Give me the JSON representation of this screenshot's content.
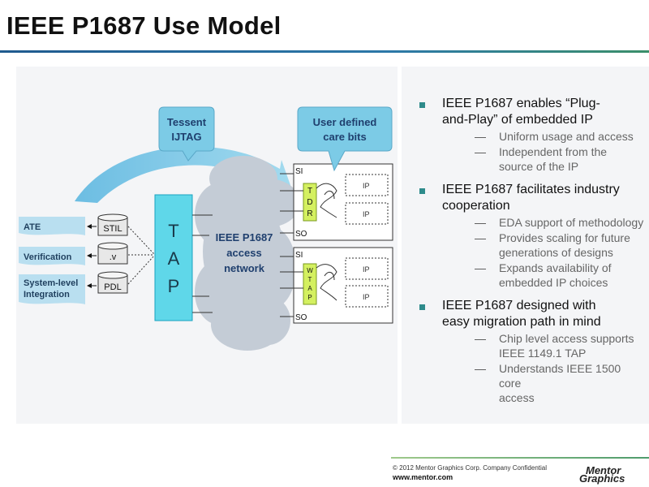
{
  "title": "IEEE P1687 Use Model",
  "diagram": {
    "tessent_callout": [
      "Tessent",
      "IJTAG"
    ],
    "user_callout": [
      "User defined",
      "care bits"
    ],
    "left_labels": [
      "ATE",
      "Verification",
      "System-level",
      "Integration"
    ],
    "files": [
      "STIL",
      ".v",
      "PDL"
    ],
    "tap_letters": [
      "T",
      "A",
      "P"
    ],
    "network_label": [
      "IEEE P1687",
      "access",
      "network"
    ],
    "tdr_letters": [
      "T",
      "D",
      "R"
    ],
    "wtap_letters": [
      "W",
      "T",
      "A",
      "P"
    ],
    "si": "SI",
    "so": "SO",
    "ip": "IP"
  },
  "bullets": [
    {
      "text": "IEEE P1687 enables “Plug-and-Play” of embedded IP",
      "lines": [
        "IEEE P1687 enables “Plug-",
        "and-Play” of embedded IP"
      ],
      "subs": [
        [
          "Uniform usage and access"
        ],
        [
          "Independent from the",
          "source of the IP"
        ]
      ]
    },
    {
      "text": "IEEE P1687 facilitates industry cooperation",
      "lines": [
        "IEEE P1687 facilitates industry",
        "cooperation"
      ],
      "subs": [
        [
          "EDA support of methodology"
        ],
        [
          "Provides scaling for future",
          "generations of designs"
        ],
        [
          "Expands availability of",
          "embedded IP choices"
        ]
      ]
    },
    {
      "text": "IEEE P1687 designed with easy migration path in mind",
      "lines": [
        "IEEE P1687 designed with",
        "easy migration path in mind"
      ],
      "subs": [
        [
          "Chip level access supports",
          "IEEE 1149.1 TAP"
        ],
        [
          "Understands IEEE 1500 core",
          "access"
        ]
      ]
    }
  ],
  "footer": {
    "copyright": "© 2012 Mentor Graphics Corp. Company Confidential",
    "url": "www.mentor.com",
    "logo": [
      "Mentor",
      "Graphics"
    ]
  },
  "colors": {
    "callout_blue": "#7ccbe6",
    "tap_cyan": "#5fd7e9",
    "cloud_gray": "#c4ccd6",
    "box_green": "#d4f060",
    "label_blue": "#b9dff0",
    "title_rule": "#1f5a8e"
  }
}
